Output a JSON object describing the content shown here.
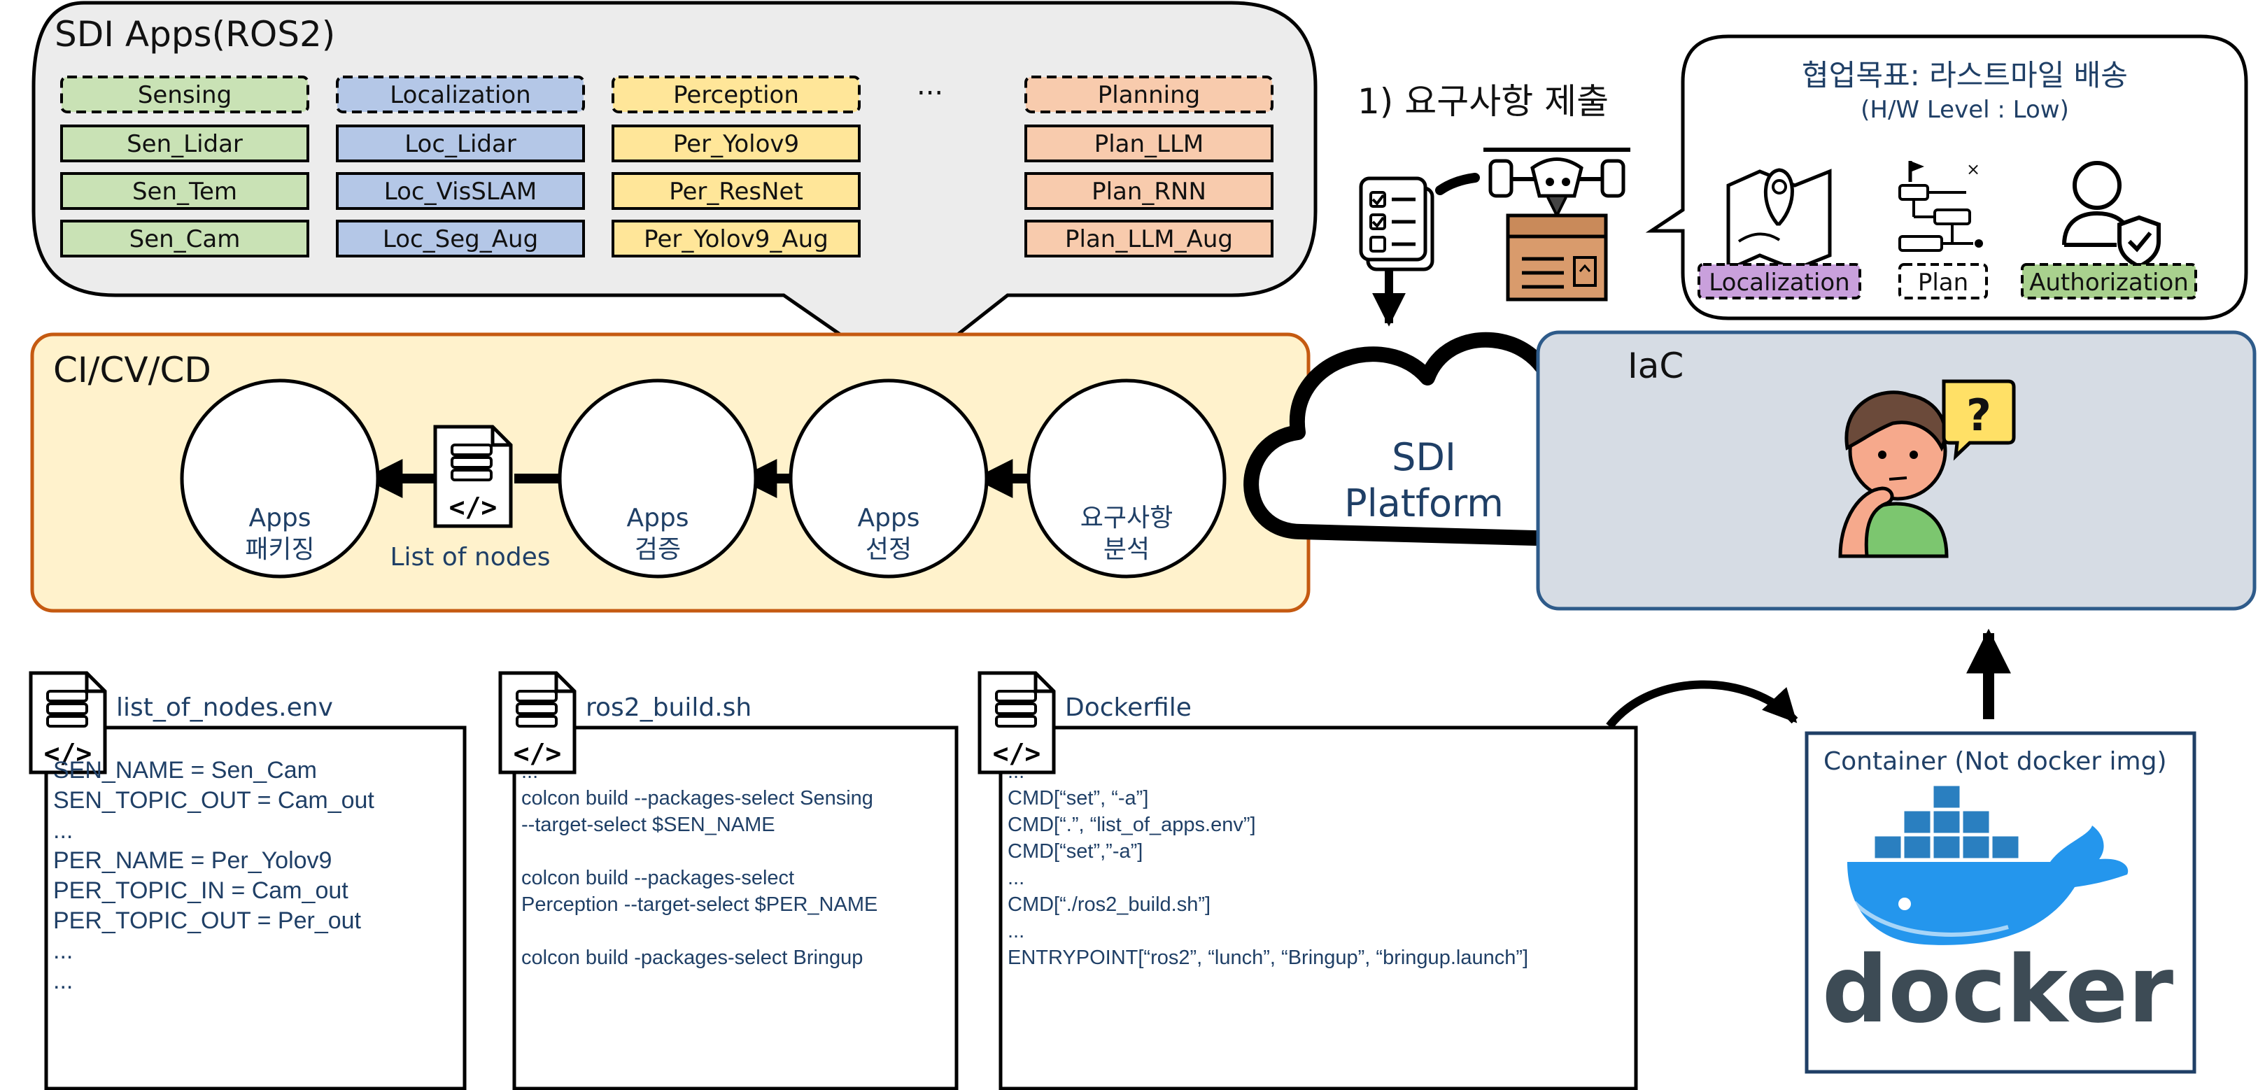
{
  "sdi_apps": {
    "title": "SDI Apps(ROS2)",
    "ellipsis": "...",
    "columns": [
      {
        "header": "Sensing",
        "fill": "#c9e2b5",
        "items": [
          "Sen_Lidar",
          "Sen_Tem",
          "Sen_Cam"
        ]
      },
      {
        "header": "Localization",
        "fill": "#b4c7e7",
        "items": [
          "Loc_Lidar",
          "Loc_VisSLAM",
          "Loc_Seg_Aug"
        ]
      },
      {
        "header": "Perception",
        "fill": "#ffe699",
        "items": [
          "Per_Yolov9",
          "Per_ResNet",
          "Per_Yolov9_Aug"
        ]
      },
      {
        "header": "Planning",
        "fill": "#f8cbad",
        "items": [
          "Plan_LLM",
          "Plan_RNN",
          "Plan_LLM_Aug"
        ]
      }
    ]
  },
  "request": {
    "label": "1) 요구사항 제출"
  },
  "goal": {
    "title": "협업목표: 라스트마일 배송",
    "subtitle": "(H/W Level : Low)",
    "tags": [
      {
        "label": "Localization",
        "fill": "#c9a0dc",
        "icon": "map-pin-icon"
      },
      {
        "label": "Plan",
        "fill": "#ffffff",
        "icon": "flowchart-icon"
      },
      {
        "label": "Authorization",
        "fill": "#a9d18e",
        "icon": "user-shield-icon"
      }
    ]
  },
  "cicd": {
    "title": "CI/CV/CD",
    "stages": [
      {
        "line1": "Apps",
        "line2": "패키징"
      },
      {
        "line1": "Apps",
        "line2": "검증"
      },
      {
        "line1": "Apps",
        "line2": "선정"
      },
      {
        "line1": "요구사항",
        "line2": "분석"
      }
    ],
    "doc_label": "List of nodes"
  },
  "platform": {
    "line1": "SDI",
    "line2": "Platform"
  },
  "iac": {
    "title": "IaC",
    "question_mark": "?"
  },
  "files": [
    {
      "name": "list_of_nodes.env",
      "lines": [
        "SEN_NAME = Sen_Cam",
        "SEN_TOPIC_OUT = Cam_out",
        "...",
        "PER_NAME = Per_Yolov9",
        "PER_TOPIC_IN = Cam_out",
        "PER_TOPIC_OUT = Per_out",
        "...",
        "..."
      ]
    },
    {
      "name": "ros2_build.sh",
      "lines": [
        "...",
        "colcon build --packages-select Sensing",
        "--target-select $SEN_NAME",
        "",
        "colcon build --packages-select",
        "Perception --target-select $PER_NAME",
        "",
        "colcon build -packages-select Bringup"
      ]
    },
    {
      "name": "Dockerfile",
      "lines": [
        "...",
        "CMD[“set”, “-a”]",
        "CMD[“.”, “list_of_apps.env”]",
        "CMD[“set”,”-a”]",
        "...",
        "CMD[“./ros2_build.sh”]",
        "...",
        "ENTRYPOINT[“ros2”, “lunch”, “Bringup”, “bringup.launch”]"
      ]
    }
  ],
  "container": {
    "title": "Container (Not docker img)",
    "logo_text": "docker"
  },
  "colors": {
    "cicd_bg": "#fff2cc",
    "cicd_border": "#c55a11",
    "iac_bg": "#d6dce4",
    "iac_border": "#2e5b8a",
    "apps_bg": "#ececec",
    "text_blue": "#1f3f66",
    "docker_blue": "#2496ed"
  }
}
